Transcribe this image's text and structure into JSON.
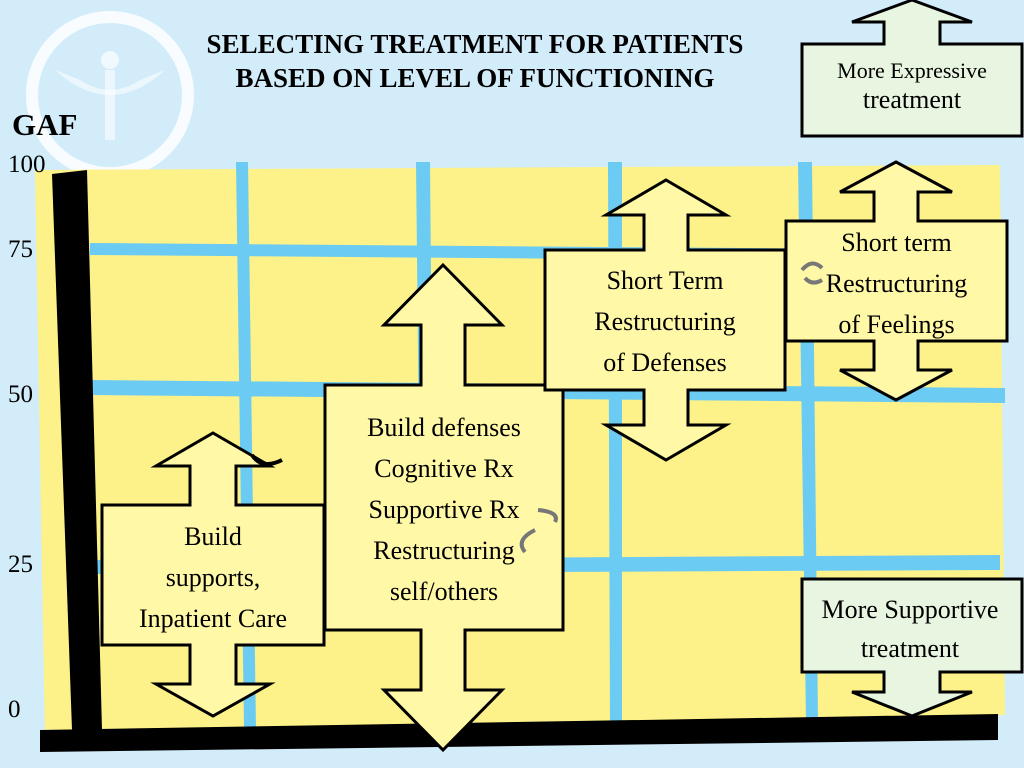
{
  "title_line1": "SELECTING TREATMENT FOR PATIENTS",
  "title_line2": "BASED ON LEVEL OF FUNCTIONING",
  "axis": {
    "label": "GAF",
    "ticks": [
      "100",
      "75",
      "50",
      "25",
      "0"
    ]
  },
  "top_arrow": {
    "line1": "More Expressive",
    "line2": "treatment"
  },
  "bottom_arrow": {
    "line1": "More Supportive",
    "line2": "treatment"
  },
  "boxes": {
    "low": [
      "Build",
      "supports,",
      "Inpatient Care"
    ],
    "mid": [
      "Build defenses",
      "Cognitive Rx",
      "Supportive Rx",
      "Restructuring",
      "self/others"
    ],
    "defenses": [
      "Short Term",
      "Restructuring",
      "of Defenses"
    ],
    "feelings": [
      "Short term",
      "Restructuring",
      "of Feelings"
    ]
  },
  "colors": {
    "background": "#d2ecfa",
    "grid_paper": "#fdf28a",
    "grid_lines": "#6ccbf2",
    "box_fill": "#fff8a6",
    "legend_box_fill": "#e8f5e1",
    "axis": "#000000"
  }
}
